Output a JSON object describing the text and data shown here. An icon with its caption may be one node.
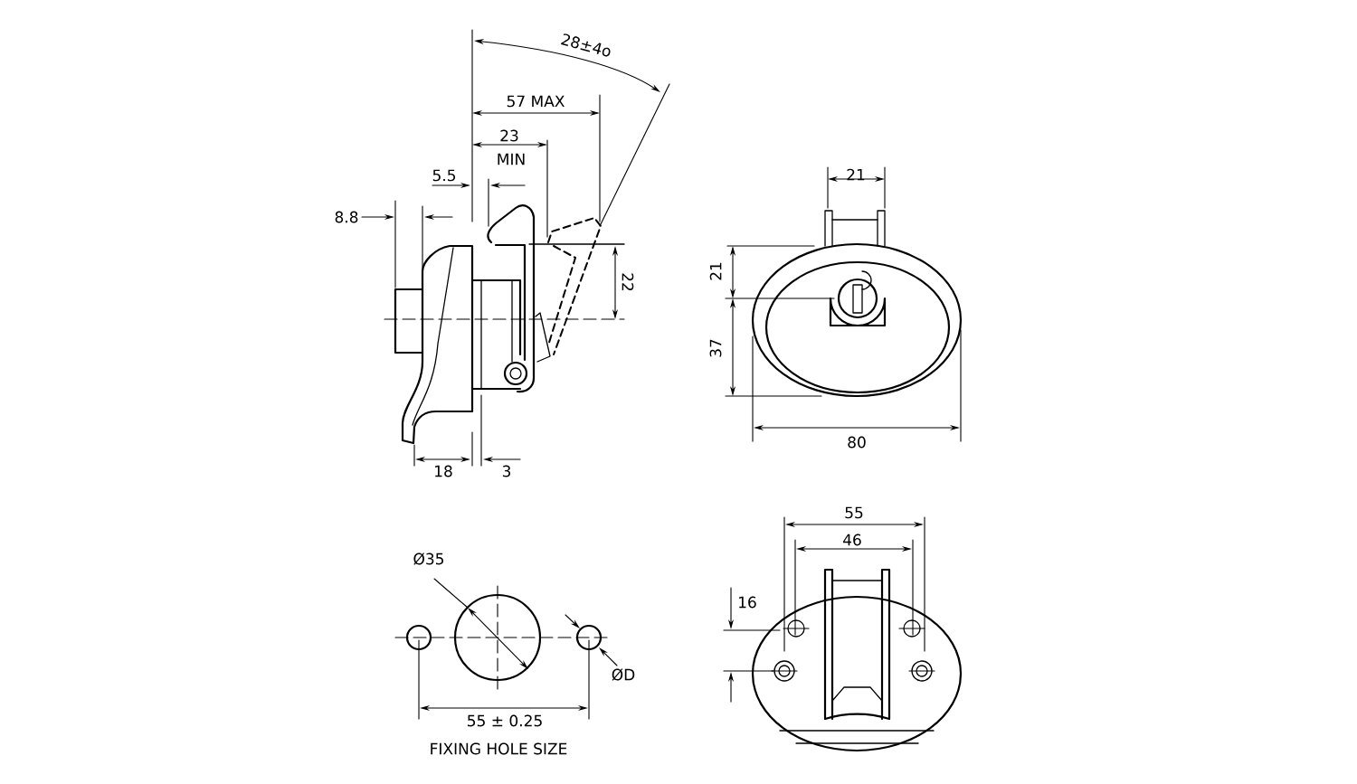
{
  "diagram": {
    "labels": [
      "28±4o",
      "57 MAX",
      "23",
      "MIN",
      "5.5",
      "8.8",
      "21",
      "22",
      "21",
      "37",
      "80",
      "18",
      "3",
      "55",
      "46",
      "Ø35",
      "16",
      "ØD",
      "55 ± 0.25",
      "FIXING HOLE SIZE"
    ]
  }
}
